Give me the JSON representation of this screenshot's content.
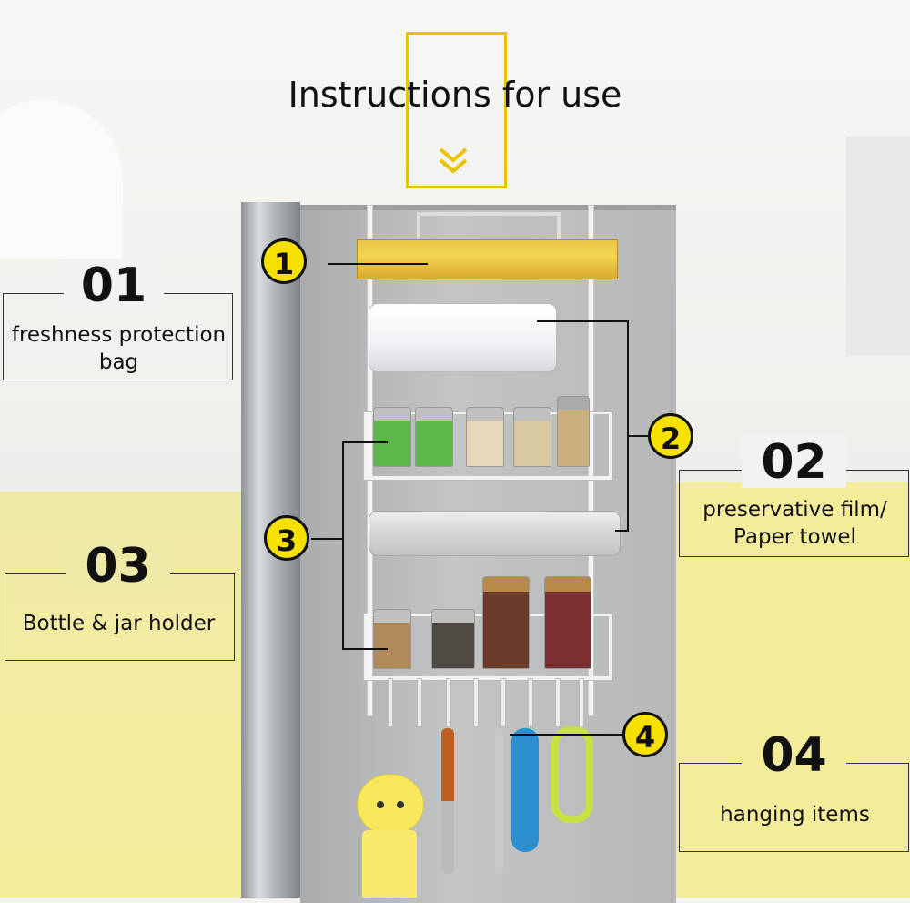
{
  "title": "Instructions for use",
  "colors": {
    "accent_yellow": "#f5e000",
    "frame_yellow": "#e8c300",
    "text": "#111111"
  },
  "markers": [
    "1",
    "2",
    "3",
    "4"
  ],
  "callouts": [
    {
      "number": "01",
      "label_lines": [
        "freshness protection",
        "bag"
      ]
    },
    {
      "number": "02",
      "label_lines": [
        "preservative film/",
        "Paper towel"
      ]
    },
    {
      "number": "03",
      "label_lines": [
        "Bottle & jar holder"
      ]
    },
    {
      "number": "04",
      "label_lines": [
        "hanging items"
      ]
    }
  ]
}
